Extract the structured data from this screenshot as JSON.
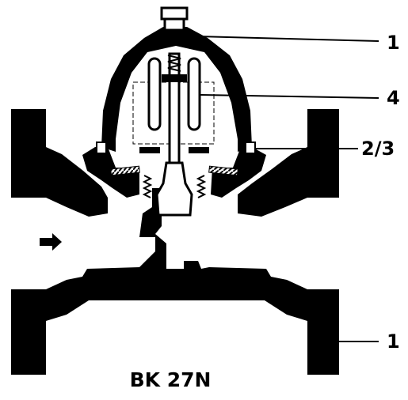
{
  "title": "BK 27N",
  "callouts": {
    "top": "1",
    "bellows": "4",
    "seat": "2/3",
    "bottom": "1"
  },
  "flow_arrow_icon": "arrow-right-icon",
  "colors": {
    "ink": "#000000",
    "paper": "#ffffff"
  }
}
